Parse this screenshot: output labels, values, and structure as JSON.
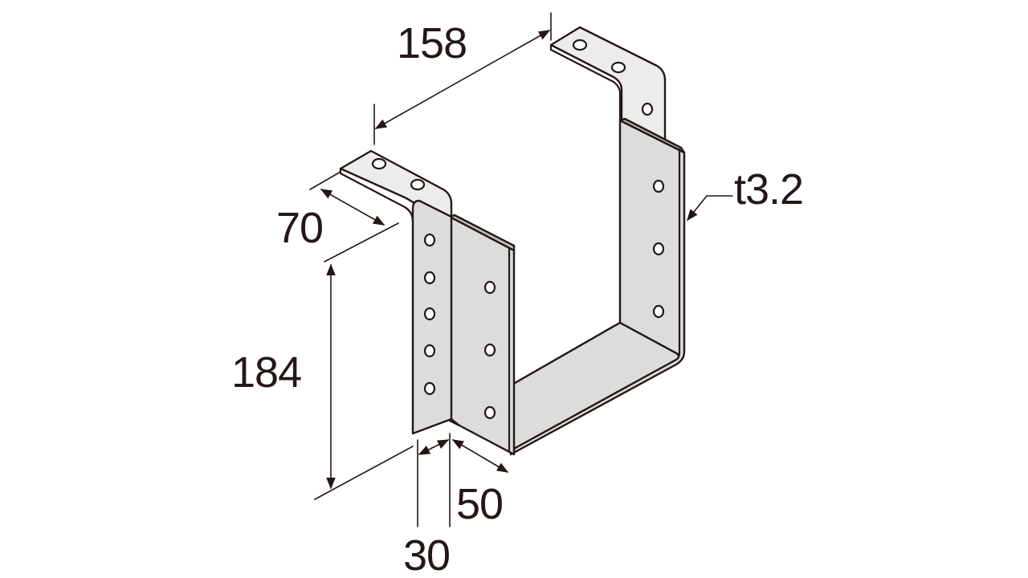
{
  "diagram": {
    "dimensions": {
      "width_top": "158",
      "flange_depth": "70",
      "height": "184",
      "seat_width": "30",
      "seat_depth": "50",
      "thickness": "t3.2"
    },
    "colors": {
      "line": "#231815",
      "metal_face": "#dcdcdc",
      "metal_shade": "#bdbdbd",
      "metal_light": "#ececec",
      "background": "#ffffff"
    }
  }
}
